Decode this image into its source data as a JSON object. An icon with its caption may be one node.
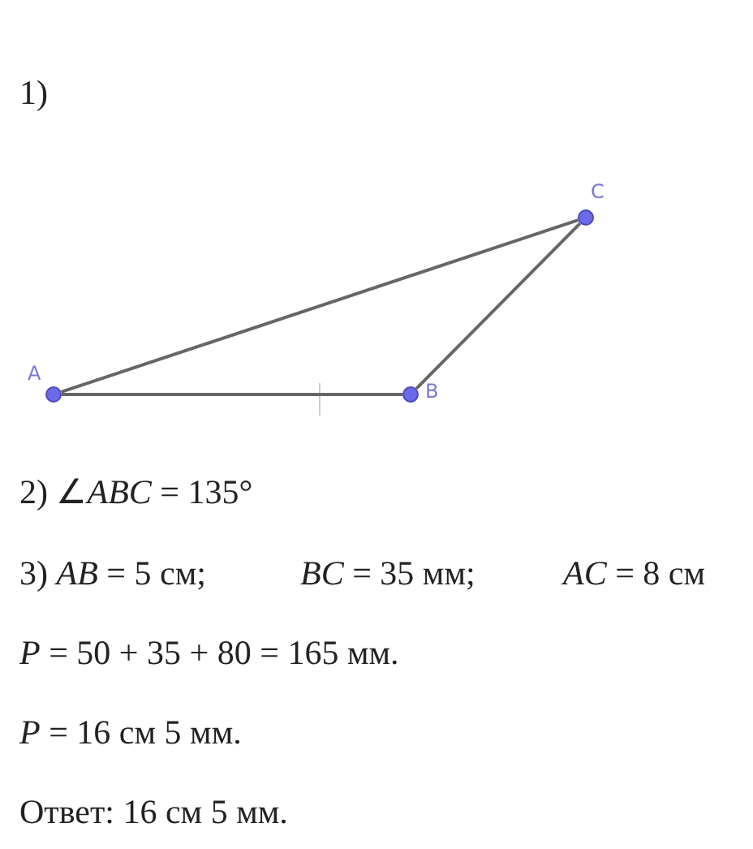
{
  "diagram": {
    "nodes": [
      {
        "text": [
          "A"
        ]
      },
      {
        "text": [
          "B"
        ]
      },
      {
        "text": [
          "C"
        ]
      }
    ],
    "edges": [
      {
        "from": 0,
        "to": 1,
        "arrow": "none"
      },
      {
        "from": 1,
        "to": 2,
        "arrow": "none"
      },
      {
        "from": 2,
        "to": 0,
        "arrow": "none"
      }
    ],
    "labels": [
      "1)",
      "2) ∠*ABC* = 135°",
      "3) *AB* = 5 см;",
      "*BC* = 35 мм;",
      "*AC* = 8 см",
      "*P* = 50 + 35 + 80 = 165 мм.",
      "*P* = 16 см 5 мм.",
      "Ответ: 16 см 5 мм."
    ]
  }
}
